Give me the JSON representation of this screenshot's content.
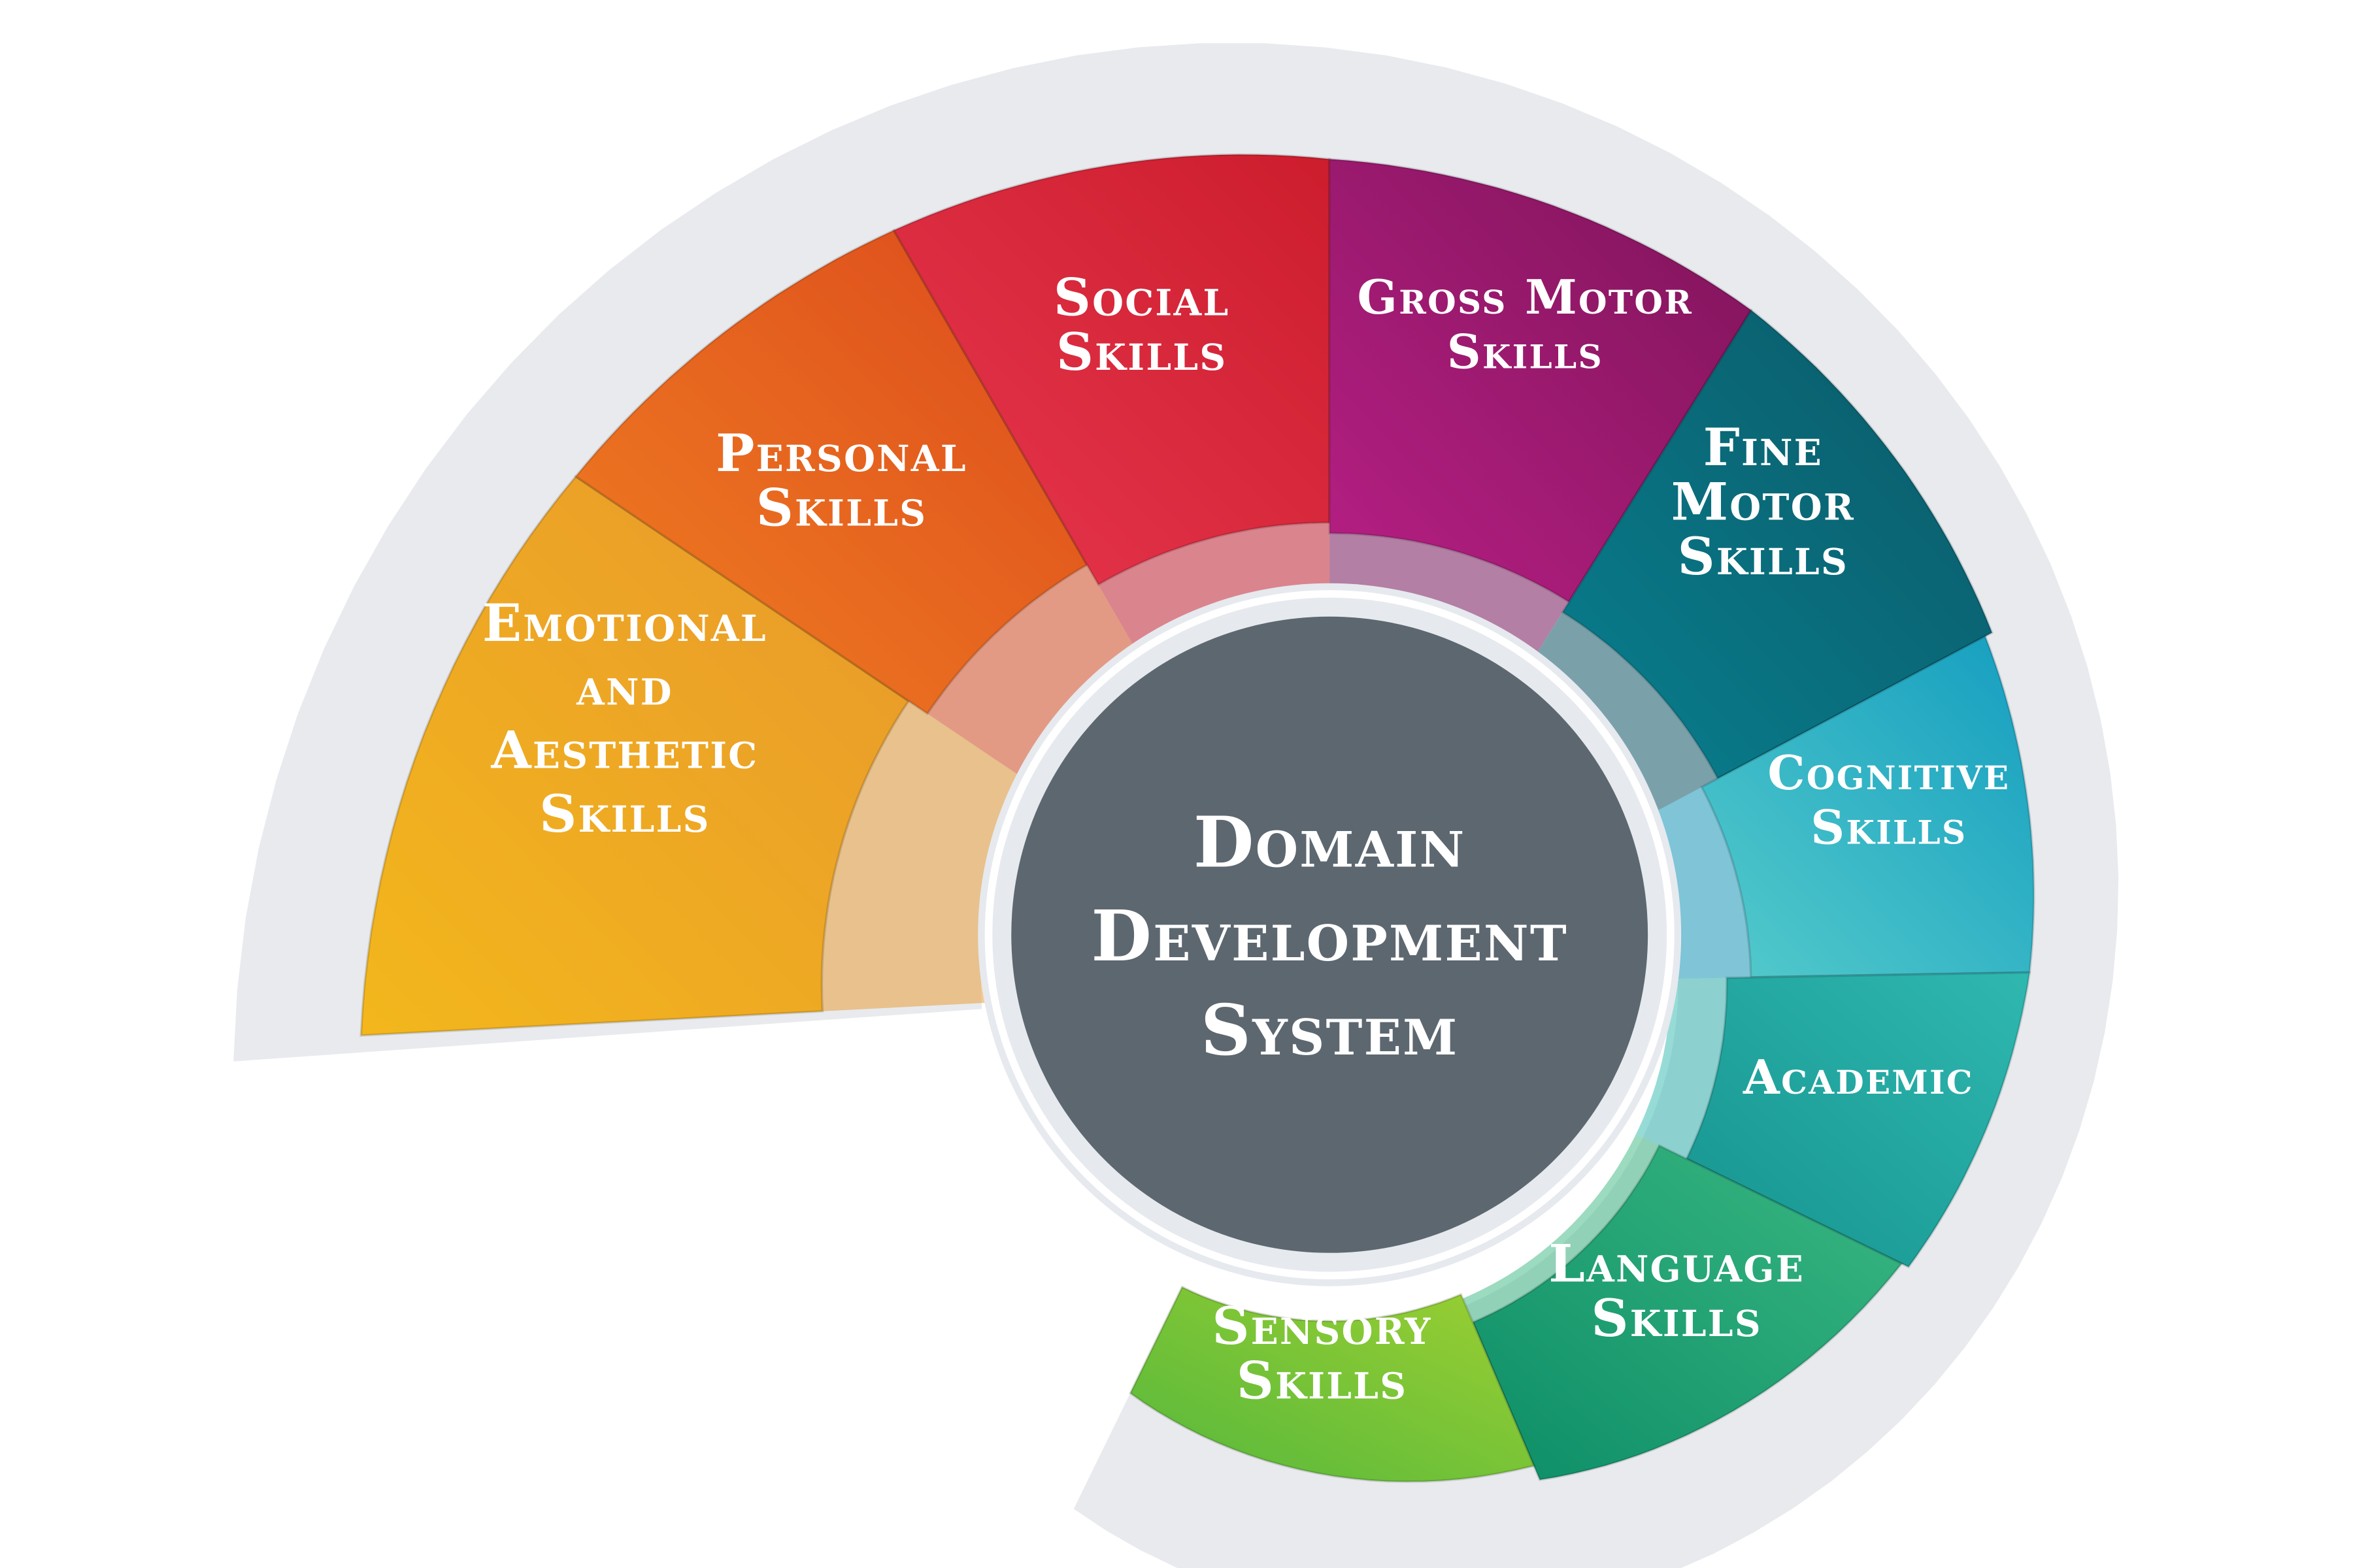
{
  "title": [
    "Domain",
    "Development",
    "System"
  ],
  "segments": [
    {
      "id": "emotional",
      "lines": [
        "Emotional",
        "and",
        "Aesthetic",
        "Skills"
      ],
      "colors": [
        "#f3b71c",
        "#e8982c"
      ]
    },
    {
      "id": "personal",
      "lines": [
        "Personal",
        "Skills"
      ],
      "colors": [
        "#f07f22",
        "#dc4a1c"
      ]
    },
    {
      "id": "social",
      "lines": [
        "Social",
        "Skills"
      ],
      "colors": [
        "#e8374f",
        "#cc1d2d"
      ]
    },
    {
      "id": "gross-motor",
      "lines": [
        "Gross Motor",
        "Skills"
      ],
      "colors": [
        "#b71f84",
        "#7e1459"
      ]
    },
    {
      "id": "fine-motor",
      "lines": [
        "Fine",
        "Motor",
        "Skills"
      ],
      "colors": [
        "#087f8f",
        "#0b5866"
      ]
    },
    {
      "id": "cognitive",
      "lines": [
        "Cognitive",
        "Skills"
      ],
      "colors": [
        "#55cbcb",
        "#159ec0"
      ]
    },
    {
      "id": "academic",
      "lines": [
        "Academic"
      ],
      "colors": [
        "#16938f",
        "#2fb8b0"
      ]
    },
    {
      "id": "language",
      "lines": [
        "Language",
        "Skills"
      ],
      "colors": [
        "#0d8d67",
        "#3ab882"
      ]
    },
    {
      "id": "sensory",
      "lines": [
        "Sensory",
        "Skills"
      ],
      "colors": [
        "#55b83c",
        "#9ccf32"
      ]
    }
  ],
  "colors": {
    "center": "#5d6770",
    "swoosh": "#e8eaee",
    "ring": "#e6e9ee"
  }
}
